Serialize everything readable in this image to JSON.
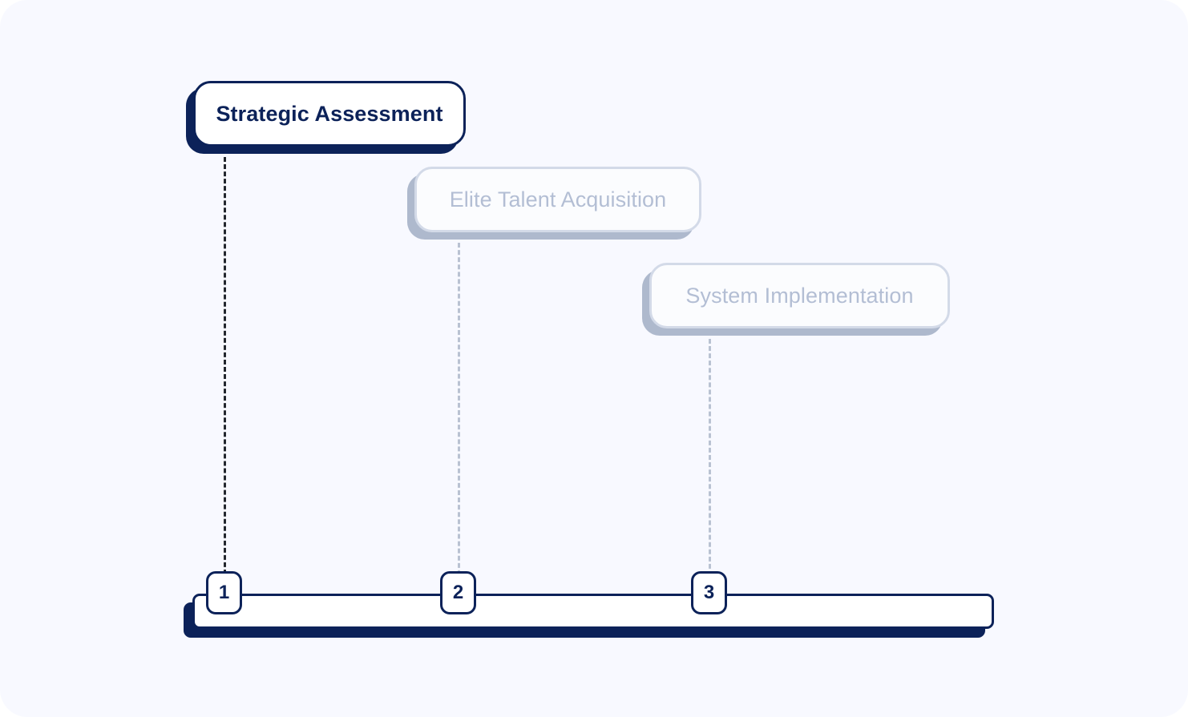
{
  "canvas": {
    "background_color": "#f8f9ff",
    "accent_color": "#0c2259",
    "muted_color": "#b3bed4"
  },
  "timeline": {
    "bar_label": "timeline-track",
    "milestones": [
      {
        "step": "1",
        "label": "Strategic Assessment",
        "state": "active",
        "card_color": "#0c2259",
        "connector_color": "#23272e"
      },
      {
        "step": "2",
        "label": "Elite Talent Acquisition",
        "state": "muted",
        "card_color": "#b3bed4",
        "connector_color": "#b9c2d2"
      },
      {
        "step": "3",
        "label": "System Implementation",
        "state": "muted",
        "card_color": "#b3bed4",
        "connector_color": "#b9c2d2"
      }
    ]
  }
}
